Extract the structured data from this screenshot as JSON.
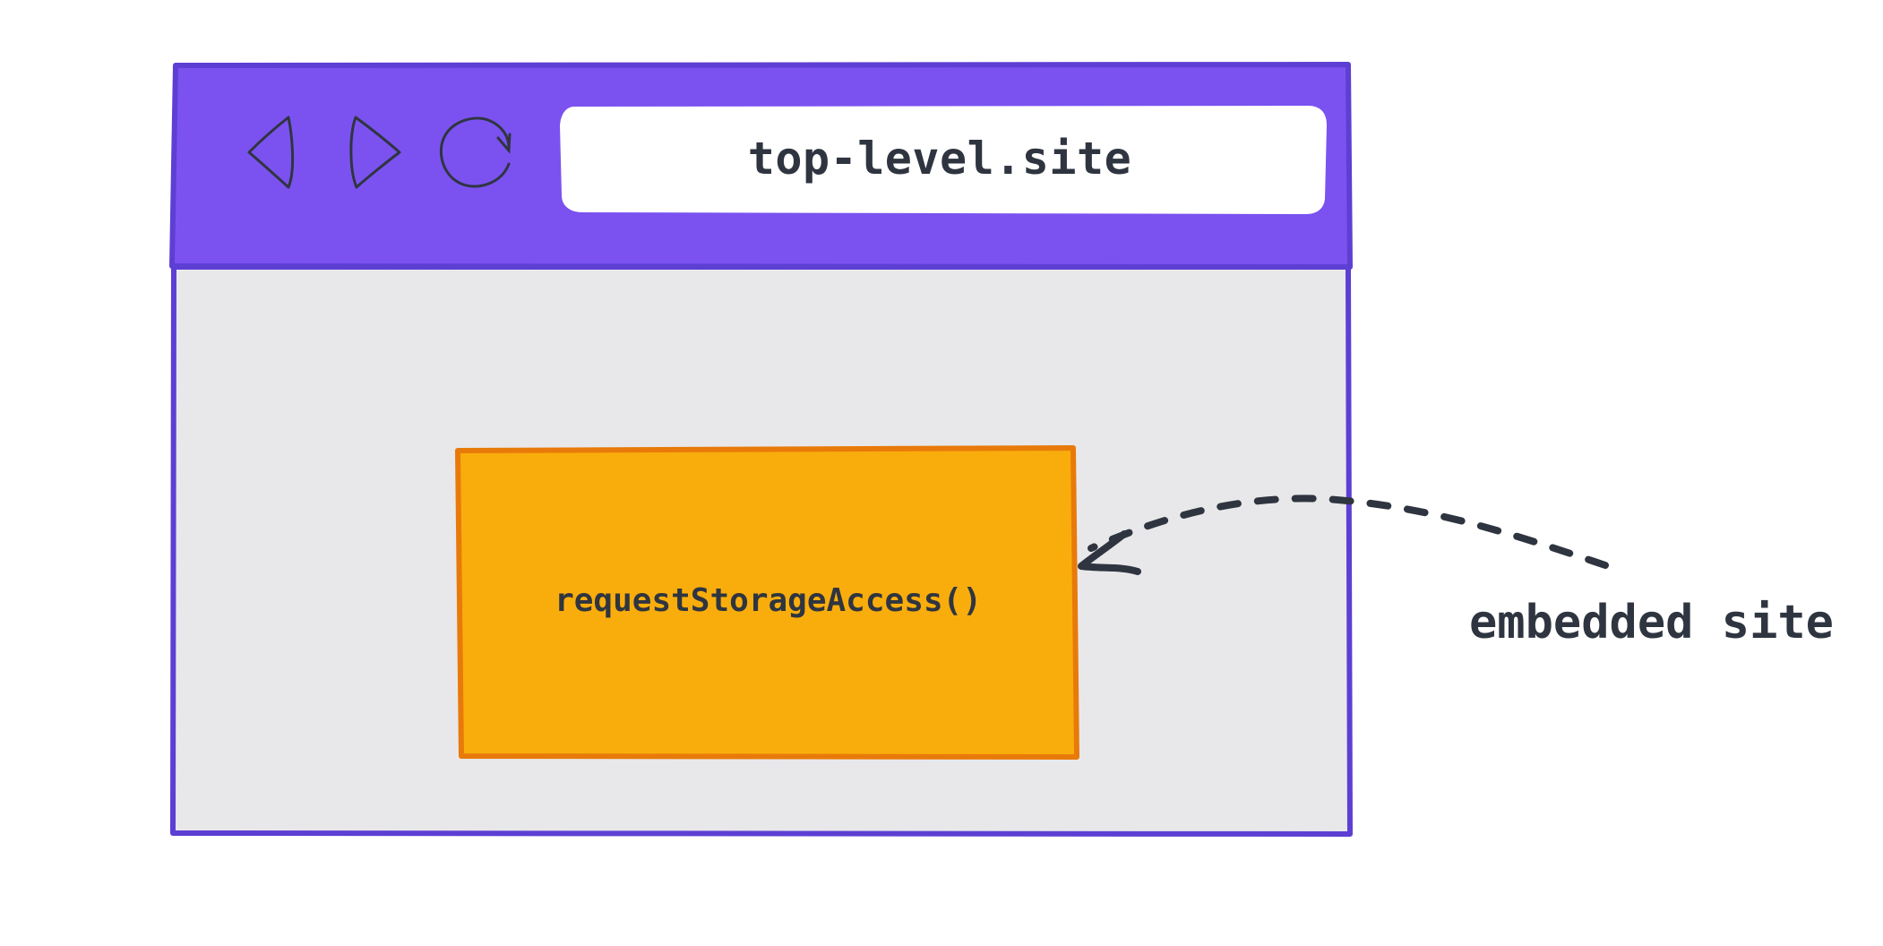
{
  "browser": {
    "url": "top-level.site",
    "nav_icons": [
      "back-arrow-icon",
      "forward-arrow-icon",
      "reload-icon"
    ]
  },
  "iframe": {
    "label": "requestStorageAccess()"
  },
  "annotation": {
    "label": "embedded site"
  },
  "colors": {
    "toolbar": "#7b52f0",
    "frame_border": "#5d3fd3",
    "content_bg": "#e8e8ea",
    "iframe_fill": "#f9ad0c",
    "iframe_border": "#e87a0a",
    "text": "#2f3540"
  }
}
